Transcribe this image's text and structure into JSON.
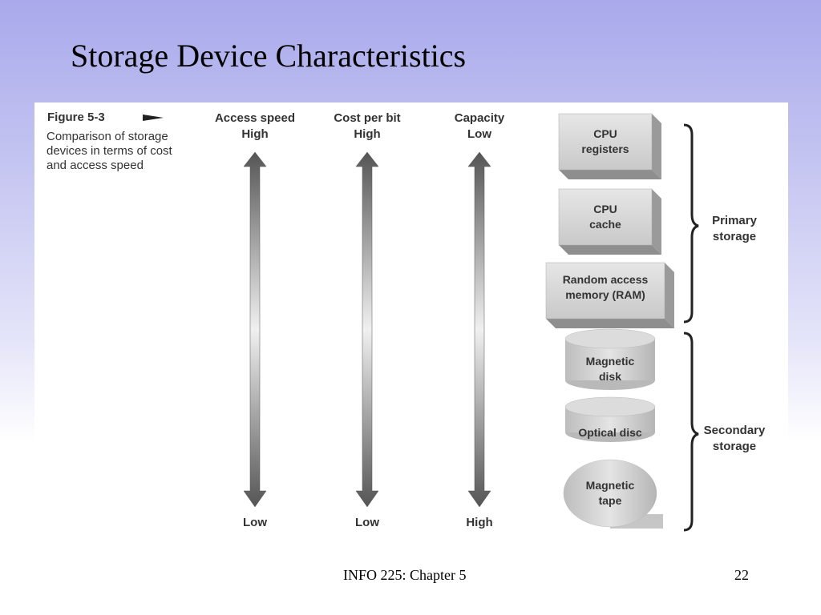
{
  "slide": {
    "title": "Storage Device Characteristics",
    "footer_text": "INFO 225: Chapter 5",
    "page_number": "22"
  },
  "figure": {
    "label": "Figure 5-3",
    "caption": "Comparison of storage devices in terms of cost and access speed",
    "columns": [
      {
        "header": "Access speed",
        "top": "High",
        "bottom": "Low"
      },
      {
        "header": "Cost per bit",
        "top": "High",
        "bottom": "Low"
      },
      {
        "header": "Capacity",
        "top": "Low",
        "bottom": "High"
      }
    ],
    "devices": [
      {
        "line1": "CPU",
        "line2": "registers"
      },
      {
        "line1": "CPU",
        "line2": "cache"
      },
      {
        "line1": "Random access",
        "line2": "memory (RAM)"
      },
      {
        "line1": "Magnetic",
        "line2": "disk"
      },
      {
        "line1": "Optical disc",
        "line2": ""
      },
      {
        "line1": "Magnetic",
        "line2": "tape"
      }
    ],
    "groups": [
      {
        "line1": "Primary",
        "line2": "storage"
      },
      {
        "line1": "Secondary",
        "line2": "storage"
      }
    ]
  }
}
